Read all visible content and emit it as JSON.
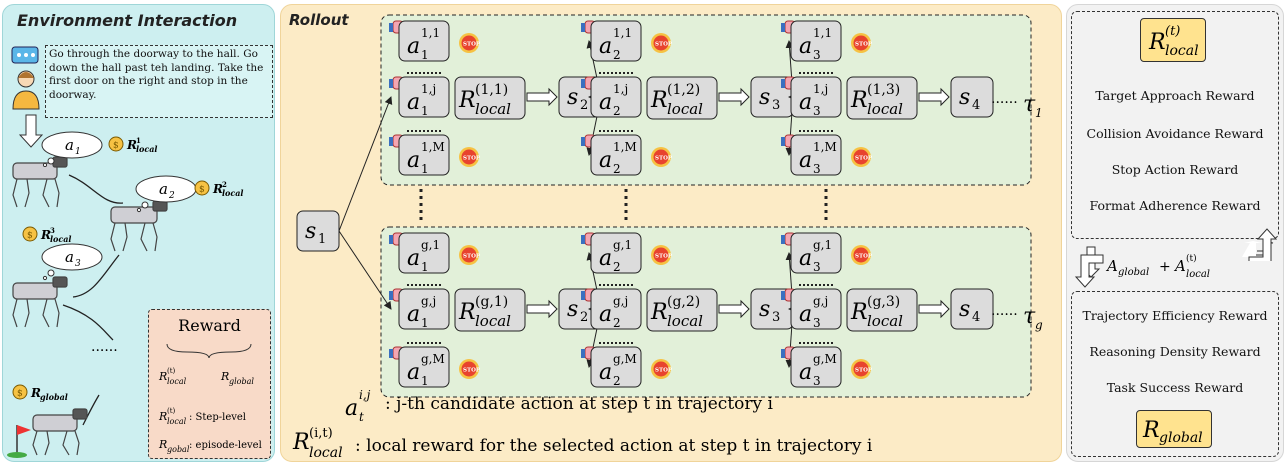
{
  "env": {
    "title": "Environment Interaction",
    "instruction": "Go through the doorway to the hall. Go down the hall past teh landing. Take the first door on the right and stop in the doorway.",
    "thoughts": [
      "a",
      "a",
      "a"
    ],
    "thought_subs": [
      "1",
      "2",
      "3"
    ],
    "local_rewards": [
      {
        "sym": "R",
        "sup": "1",
        "sub": "local"
      },
      {
        "sym": "R",
        "sup": "2",
        "sub": "local"
      },
      {
        "sym": "R",
        "sup": "3",
        "sub": "local"
      }
    ],
    "global_reward": {
      "sym": "R",
      "sub": "global"
    },
    "dots": "......",
    "reward_box": {
      "title": "Reward",
      "left": {
        "sym": "R",
        "sup": "(t)",
        "sub": "local"
      },
      "right": {
        "sym": "R",
        "sub": "global"
      },
      "def1": {
        "sym": "R",
        "sup": "(t)",
        "sub": "local",
        "text": " : Step-level"
      },
      "def2": {
        "sym": "R",
        "sub": "gobal",
        "text": " : episode-level"
      }
    }
  },
  "rollout": {
    "title": "Rollout",
    "start_state": "s",
    "start_sub": "1",
    "trajectories": [
      {
        "id": "1",
        "tau": "τ",
        "tau_sub": "1",
        "steps": [
          "1",
          "2",
          "3"
        ],
        "reward_sups": [
          "(1,1)",
          "(1,2)",
          "(1,3)"
        ],
        "sups_top": [
          "1,1",
          "1,1",
          "1,1"
        ],
        "sups_mid": [
          "1,j",
          "1,j",
          "1,j"
        ],
        "sups_bot": [
          "1,M",
          "1,M",
          "1,M"
        ]
      },
      {
        "id": "g",
        "tau": "τ",
        "tau_sub": "g",
        "steps": [
          "1",
          "2",
          "3"
        ],
        "reward_sups": [
          "(g,1)",
          "(g,2)",
          "(g,3)"
        ],
        "sups_top": [
          "g,1",
          "g,1",
          "g,1"
        ],
        "sups_mid": [
          "g,j",
          "g,j",
          "g,j"
        ],
        "sups_bot": [
          "g,M",
          "g,M",
          "g,M"
        ]
      }
    ],
    "states": [
      "2",
      "3",
      "4"
    ],
    "reward_sym": "R",
    "reward_sub": "local",
    "action_sym": "a",
    "stop_label": "STOP",
    "dots": "......",
    "legend": [
      {
        "sym": "a",
        "sup": "i,j",
        "sub": "t",
        "text": ": j-th candidate action at step t in trajectory i"
      },
      {
        "sym": "R",
        "sup": "(i,t)",
        "sub": "local",
        "text": ": local reward for the selected action at step t in trajectory i"
      }
    ]
  },
  "right": {
    "top_chip": {
      "sym": "R",
      "sup": "(t)",
      "sub": "local"
    },
    "local_rewards": [
      "Target Approach Reward",
      "Collision Avoidance Reward",
      "Stop Action Reward",
      "Format Adherence Reward"
    ],
    "formula": {
      "a": "A",
      "a_sub": "global",
      "plus": "+",
      "b": "A",
      "b_sup": "(t)",
      "b_sub": "local"
    },
    "global_rewards": [
      "Trajectory Efficiency Reward",
      "Reasoning Density Reward",
      "Task Success Reward"
    ],
    "bottom_chip": {
      "sym": "R",
      "sub": "global"
    }
  },
  "colors": {
    "env_bg": "#cdeff0",
    "rollout_bg": "#fcebc6",
    "traj_bg": "#e2f0d9",
    "right_bg": "#f2f2f2",
    "chip": "#ffe38f",
    "stop": "#e8432e",
    "thumb": "#f4a6b2"
  }
}
